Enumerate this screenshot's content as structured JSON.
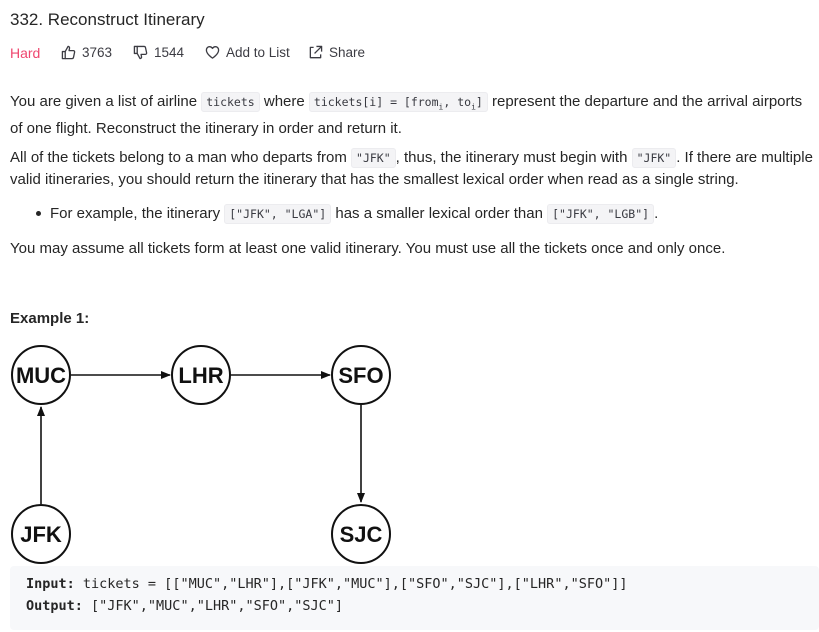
{
  "problem": {
    "title": "332. Reconstruct Itinerary",
    "difficulty": "Hard",
    "likes": "3763",
    "dislikes": "1544",
    "add_to_list_label": "Add to List",
    "share_label": "Share",
    "difficulty_color": "#ef476f"
  },
  "description": {
    "p1_a": "You are given a list of airline ",
    "p1_code1": "tickets",
    "p1_b": " where ",
    "p1_code2": "tickets[i] = [from",
    "p1_sub1": "i",
    "p1_code3": ", to",
    "p1_sub2": "i",
    "p1_code4": "]",
    "p1_c": " represent the departure and the arrival airports of one flight. Reconstruct the itinerary in order and return it.",
    "p2_a": "All of the tickets belong to a man who departs from ",
    "p2_code1": "\"JFK\"",
    "p2_b": ", thus, the itinerary must begin with ",
    "p2_code2": "\"JFK\"",
    "p2_c": ". If there are multiple valid itineraries, you should return the itinerary that has the smallest lexical order when read as a single string.",
    "bullet_a": "For example, the itinerary ",
    "bullet_code1": "[\"JFK\", \"LGA\"]",
    "bullet_b": " has a smaller lexical order than ",
    "bullet_code2": "[\"JFK\", \"LGB\"]",
    "bullet_c": ".",
    "p3": "You may assume all tickets form at least one valid itinerary. You must use all the tickets once and only once."
  },
  "example": {
    "heading": "Example 1:",
    "nodes": {
      "muc": "MUC",
      "lhr": "LHR",
      "sfo": "SFO",
      "jfk": "JFK",
      "sjc": "SJC"
    },
    "input_label": "Input:",
    "input_value": " tickets = [[\"MUC\",\"LHR\"],[\"JFK\",\"MUC\"],[\"SFO\",\"SJC\"],[\"LHR\",\"SFO\"]]",
    "output_label": "Output:",
    "output_value": " [\"JFK\",\"MUC\",\"LHR\",\"SFO\",\"SJC\"]"
  },
  "icons": {
    "like": "thumbs-up-icon",
    "dislike": "thumbs-down-icon",
    "add_to_list": "heart-icon",
    "share": "share-icon"
  }
}
